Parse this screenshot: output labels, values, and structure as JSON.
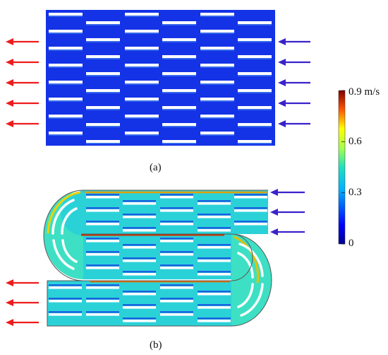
{
  "figure": {
    "panel_a_caption": "(a)",
    "panel_b_caption": "(b)",
    "colorbar": {
      "ticks": [
        "0.9 m/s",
        "0.6",
        "0.3",
        "0"
      ],
      "tick_values": [
        0.9,
        0.6,
        0.3,
        0
      ],
      "range": [
        0,
        0.9
      ],
      "colormap": "jet"
    },
    "colors": {
      "inlet_arrow": "#3a22cc",
      "outlet_arrow": "#ee1c1c",
      "low_velocity": "#1432e6",
      "mid_velocity": "#2ad2d8",
      "high_velocity": "#b00000",
      "obstacle": "#ffffff"
    },
    "panel_a": {
      "inlet_arrow_count": 5,
      "outlet_arrow_count": 5,
      "channel_columns": 6,
      "obstacle_rows": 8
    },
    "panel_b": {
      "inlet_arrow_count": 3,
      "outlet_arrow_count": 3,
      "straight_sections": 3,
      "u_turns": 2
    }
  }
}
